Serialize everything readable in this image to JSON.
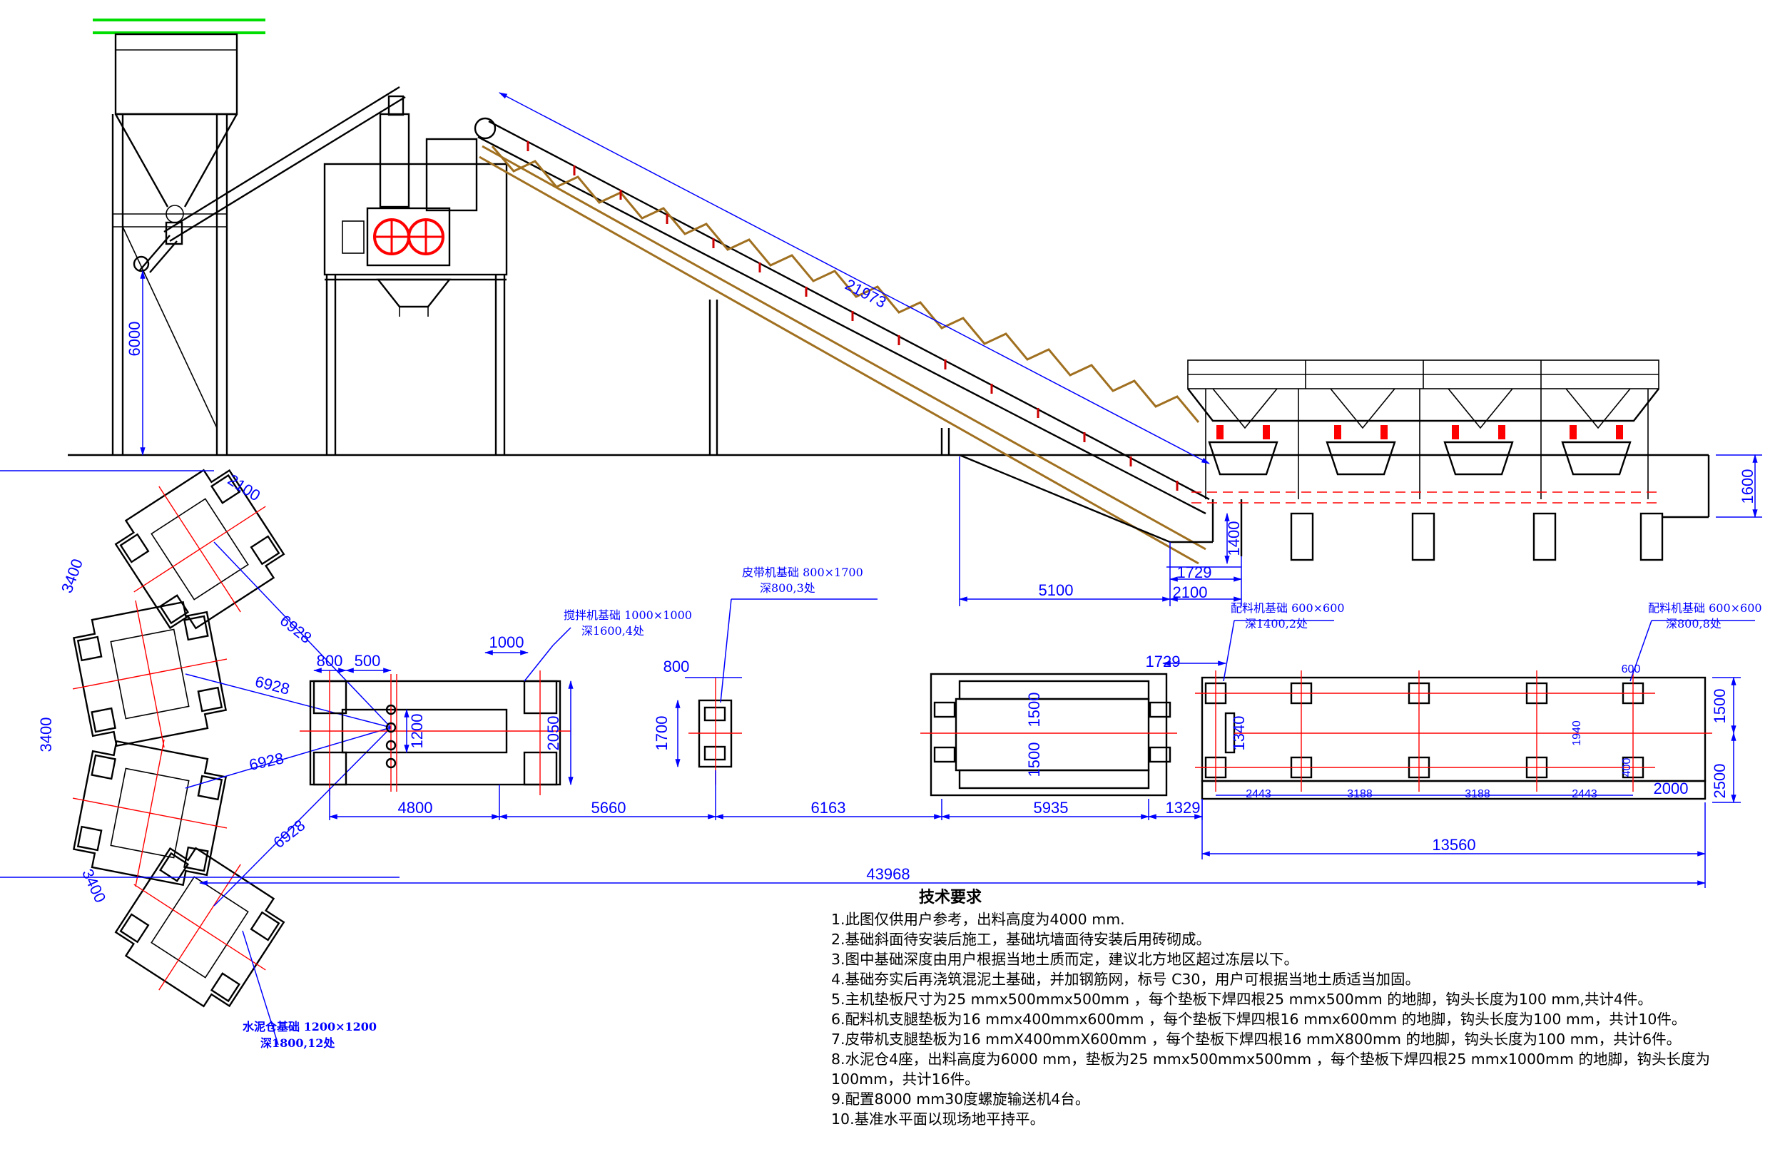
{
  "dimensions": {
    "silo_height": "6000",
    "conveyor_length": "21973",
    "right_height": "1600",
    "pit_depth": "1400",
    "d_1729_top": "1729",
    "d_2100_top": "2100",
    "d_5100": "5100",
    "silo_2100": "2100",
    "silo_3400_a": "3400",
    "silo_3400_b": "3400",
    "silo_3400_c": "3400",
    "silo_6928_a": "6928",
    "silo_6928_b": "6928",
    "silo_6928_c": "6928",
    "silo_6928_d": "6928",
    "mix_800": "800",
    "mix_500": "500",
    "mix_1000": "1000",
    "mix_1200": "1200",
    "mix_2050": "2050",
    "mix_4800": "4800",
    "belt_800": "800",
    "belt_1700": "1700",
    "d_5660": "5660",
    "d_6163": "6163",
    "pit_1500_a": "1500",
    "pit_1500_b": "1500",
    "d_5935": "5935",
    "d_1329": "1329",
    "bat_1729": "1729",
    "bat_1340": "1340",
    "bat_600": "600",
    "bat_1940": "1940",
    "bat_400": "400",
    "bat_2443_a": "2443",
    "bat_3188_a": "3188",
    "bat_3188_b": "3188",
    "bat_2443_b": "2443",
    "bat_2000": "2000",
    "bat_1500": "1500",
    "bat_2500": "2500",
    "bat_13560": "13560",
    "total_43968": "43968"
  },
  "labels": {
    "belt_foundation_1": "皮带机基础  800×1700",
    "belt_foundation_2": "深800,3处",
    "mixer_foundation_1": "搅拌机基础  1000×1000",
    "mixer_foundation_2": "深1600,4处",
    "batcher_foundation_a1": "配料机基础  600×600",
    "batcher_foundation_a2": "深1400,2处",
    "batcher_foundation_b1": "配料机基础  600×600",
    "batcher_foundation_b2": "深800,8处",
    "silo_foundation_1": "水泥仓基础  1200×1200",
    "silo_foundation_2": "深1800,12处"
  },
  "requirements": {
    "title": "技术要求",
    "lines": [
      "1.此图仅供用户参考，出料高度为4000 mm.",
      "2.基础斜面待安装后施工，基础坑墙面待安装后用砖砌成。",
      "3.图中基础深度由用户根据当地土质而定，建议北方地区超过冻层以下。",
      "4.基础夯实后再浇筑混泥土基础，并加钢筋网，标号  C30，用户可根据当地土质适当加固。",
      "5.主机垫板尺寸为25 mmx500mmx500mm ，每个垫板下焊四根25 mmx500mm 的地脚，钩头长度为100 mm,共计4件。",
      "6.配料机支腿垫板为16 mmx400mmx600mm ，每个垫板下焊四根16 mmx600mm 的地脚，钩头长度为100 mm，共计10件。",
      "7.皮带机支腿垫板为16 mmX400mmX600mm ，每个垫板下焊四根16 mmX800mm 的地脚，钩头长度为100 mm，共计6件。",
      "8.水泥仓4座，出料高度为6000 mm，垫板为25 mmx500mmx500mm ，每个垫板下焊四根25 mmx1000mm 的地脚，钩头长度为",
      "100mm，共计16件。",
      "9.配置8000 mm30度螺旋输送机4台。",
      "10.基准水平面以现场地平持平。"
    ]
  }
}
